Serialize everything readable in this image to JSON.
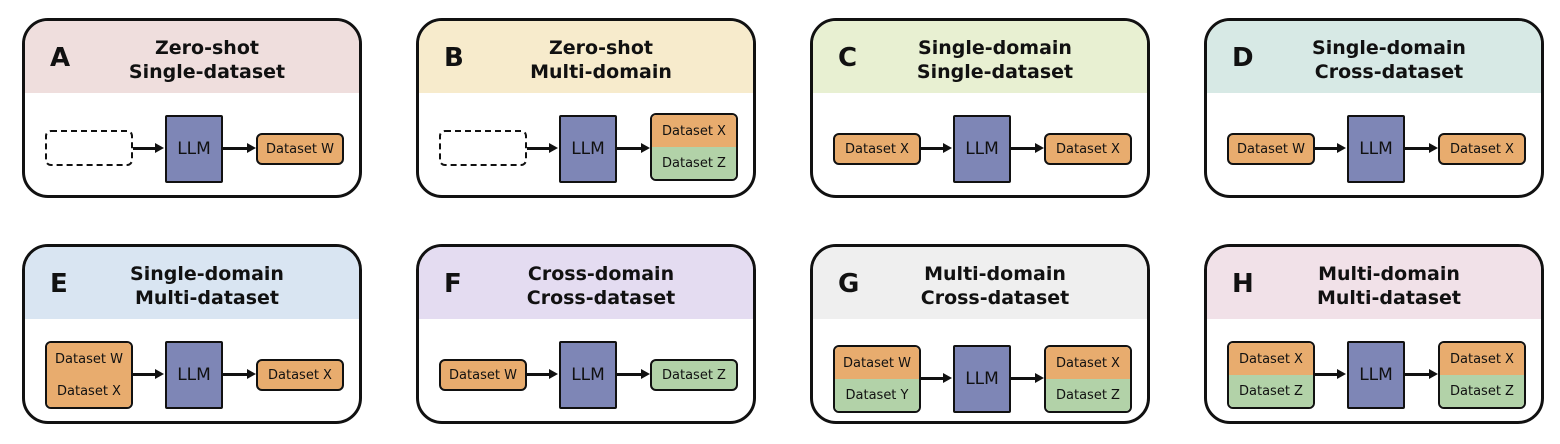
{
  "colors": {
    "header_a": "#efdedd",
    "header_b": "#f7ebcc",
    "header_c": "#e8f0d2",
    "header_d": "#d7e9e5",
    "header_e": "#d9e5f2",
    "header_f": "#e4dcf1",
    "header_g": "#efefef",
    "header_h": "#f1e1e8",
    "orange": "#e8ac6e",
    "green": "#b2d2a8",
    "llm": "#7e86b6"
  },
  "panels": {
    "a": {
      "letter": "A",
      "title_1": "Zero-shot",
      "title_2": "Single-dataset",
      "llm": "LLM",
      "out_1": "Dataset W"
    },
    "b": {
      "letter": "B",
      "title_1": "Zero-shot",
      "title_2": "Multi-domain",
      "llm": "LLM",
      "out_1": "Dataset X",
      "out_2": "Dataset Z"
    },
    "c": {
      "letter": "C",
      "title_1": "Single-domain",
      "title_2": "Single-dataset",
      "in_1": "Dataset X",
      "llm": "LLM",
      "out_1": "Dataset X"
    },
    "d": {
      "letter": "D",
      "title_1": "Single-domain",
      "title_2": "Cross-dataset",
      "in_1": "Dataset W",
      "llm": "LLM",
      "out_1": "Dataset X"
    },
    "e": {
      "letter": "E",
      "title_1": "Single-domain",
      "title_2": "Multi-dataset",
      "in_1": "Dataset W",
      "in_2": "Dataset X",
      "llm": "LLM",
      "out_1": "Dataset X"
    },
    "f": {
      "letter": "F",
      "title_1": "Cross-domain",
      "title_2": "Cross-dataset",
      "in_1": "Dataset W",
      "llm": "LLM",
      "out_1": "Dataset Z"
    },
    "g": {
      "letter": "G",
      "title_1": "Multi-domain",
      "title_2": "Cross-dataset",
      "in_1": "Dataset W",
      "in_2": "Dataset Y",
      "llm": "LLM",
      "out_1": "Dataset X",
      "out_2": "Dataset Z"
    },
    "h": {
      "letter": "H",
      "title_1": "Multi-domain",
      "title_2": "Multi-dataset",
      "in_1": "Dataset X",
      "in_2": "Dataset Z",
      "llm": "LLM",
      "out_1": "Dataset X",
      "out_2": "Dataset Z"
    }
  }
}
